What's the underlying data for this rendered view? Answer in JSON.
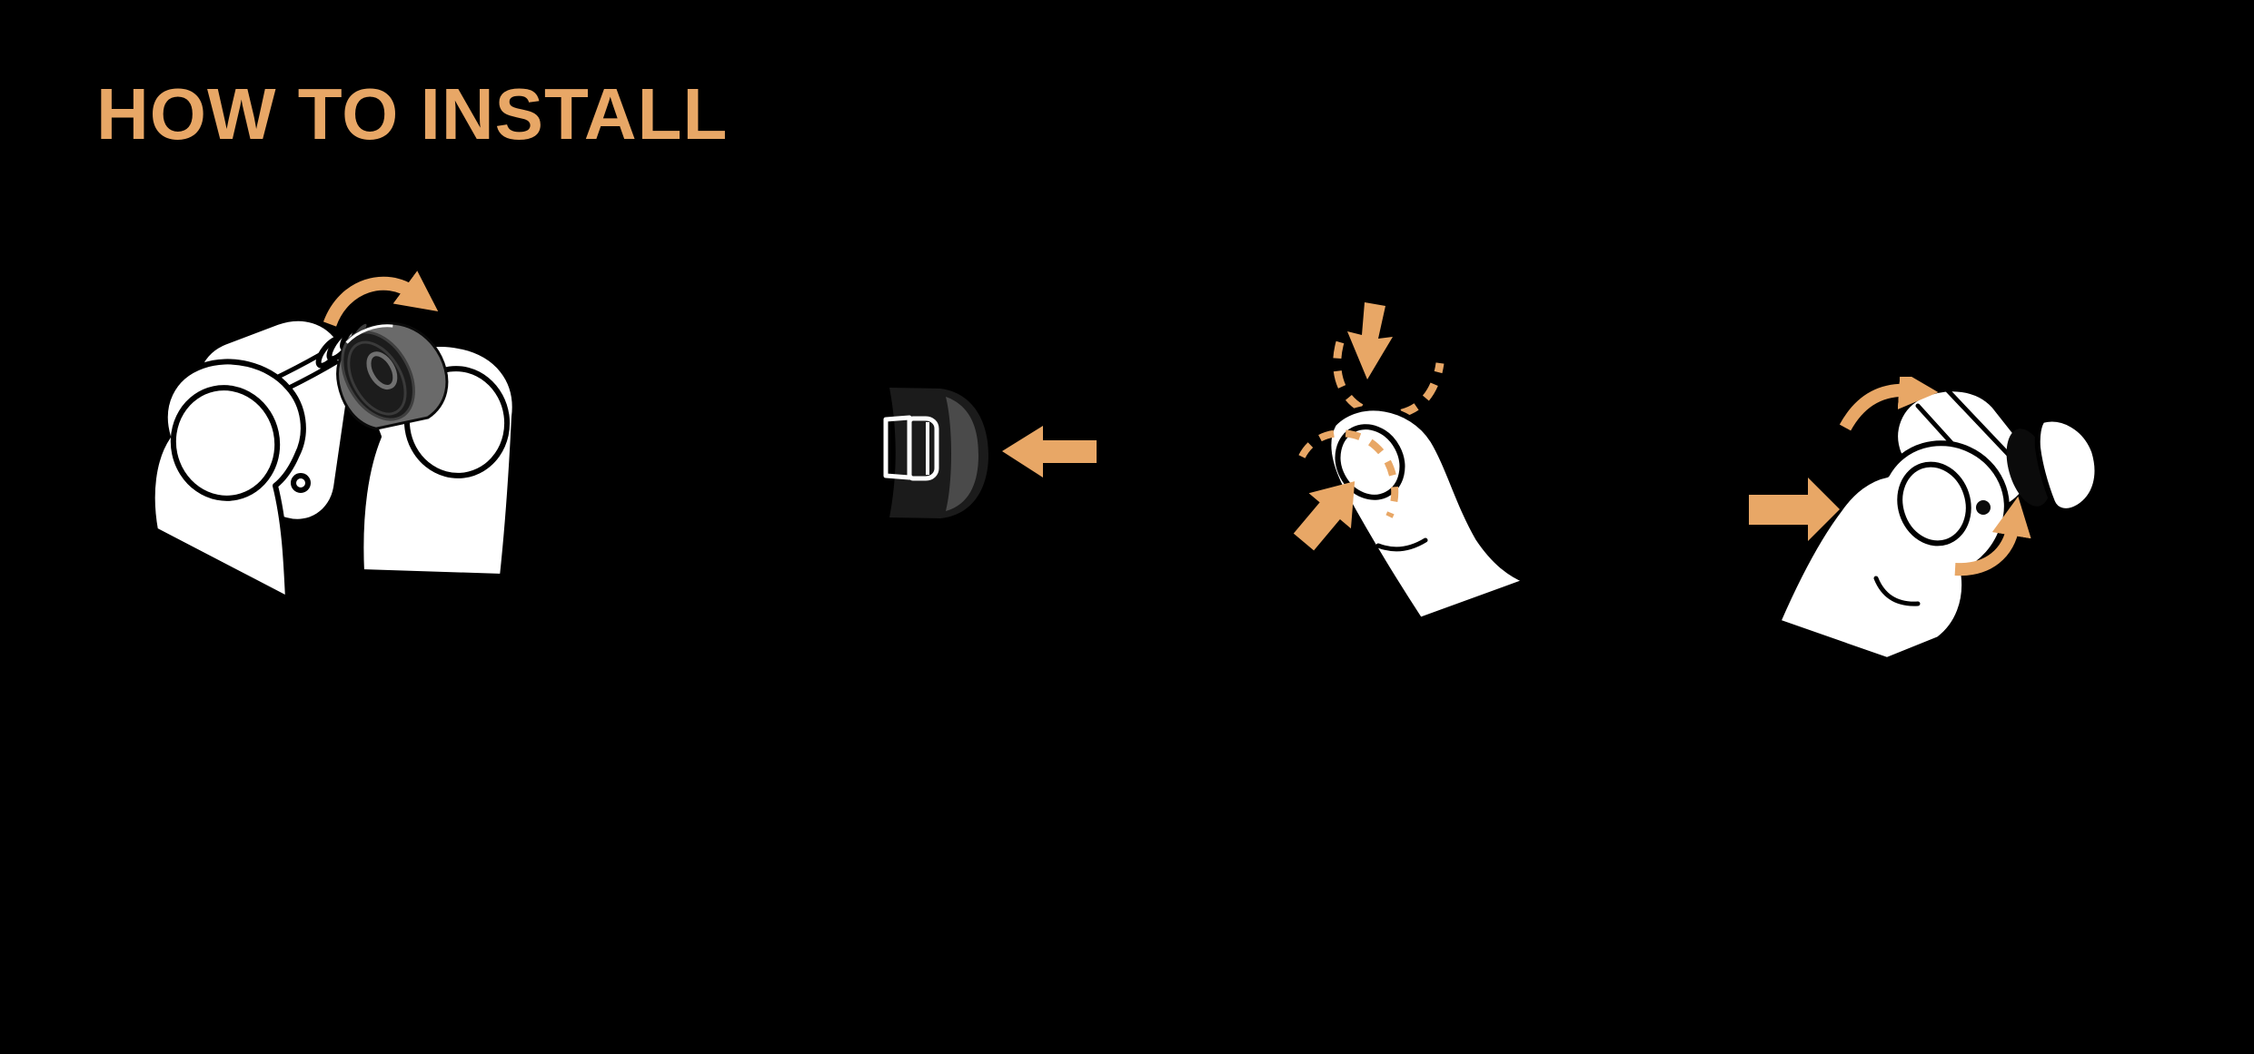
{
  "page": {
    "title": "HOW TO INSTALL",
    "background_color": "#000000",
    "title_color": "#E8A766"
  },
  "colors": {
    "accent": "#E8A766",
    "illustration_white": "#FFFFFF",
    "outline_black": "#000000",
    "ear_tip_gray": "#6A6A6A",
    "ear_tip_dark": "#1C1C1C",
    "ear_tip_back_dark": "#1B1B1B",
    "ear_tip_back_gray": "#4A4A4A"
  },
  "steps": [
    {
      "index": 1,
      "figure": "twist-ear-tip-off-between-thumbs",
      "icons": [
        "rotate-clockwise-arrow-icon",
        "earbud",
        "ear-tip-cone",
        "left-thumb",
        "right-thumb"
      ]
    },
    {
      "index": 2,
      "figure": "ear-tip-removed-from-nozzle",
      "icons": [
        "left-arrow-icon",
        "ear-tip-back",
        "nozzle-outline"
      ]
    },
    {
      "index": 3,
      "figure": "seat-ear-tip-on-fingertip",
      "icons": [
        "down-arrow-icon",
        "rotation-dashed-arc-icon",
        "fingertip-dashed-ellipse-icon",
        "up-right-arrow-icon",
        "finger"
      ]
    },
    {
      "index": 4,
      "figure": "push-and-twist-ear-tip-onto-earbud",
      "icons": [
        "right-arrow-icon",
        "twist-arrow-top-icon",
        "twist-arrow-bottom-icon",
        "hand",
        "earbud-with-ear-tip"
      ]
    }
  ]
}
